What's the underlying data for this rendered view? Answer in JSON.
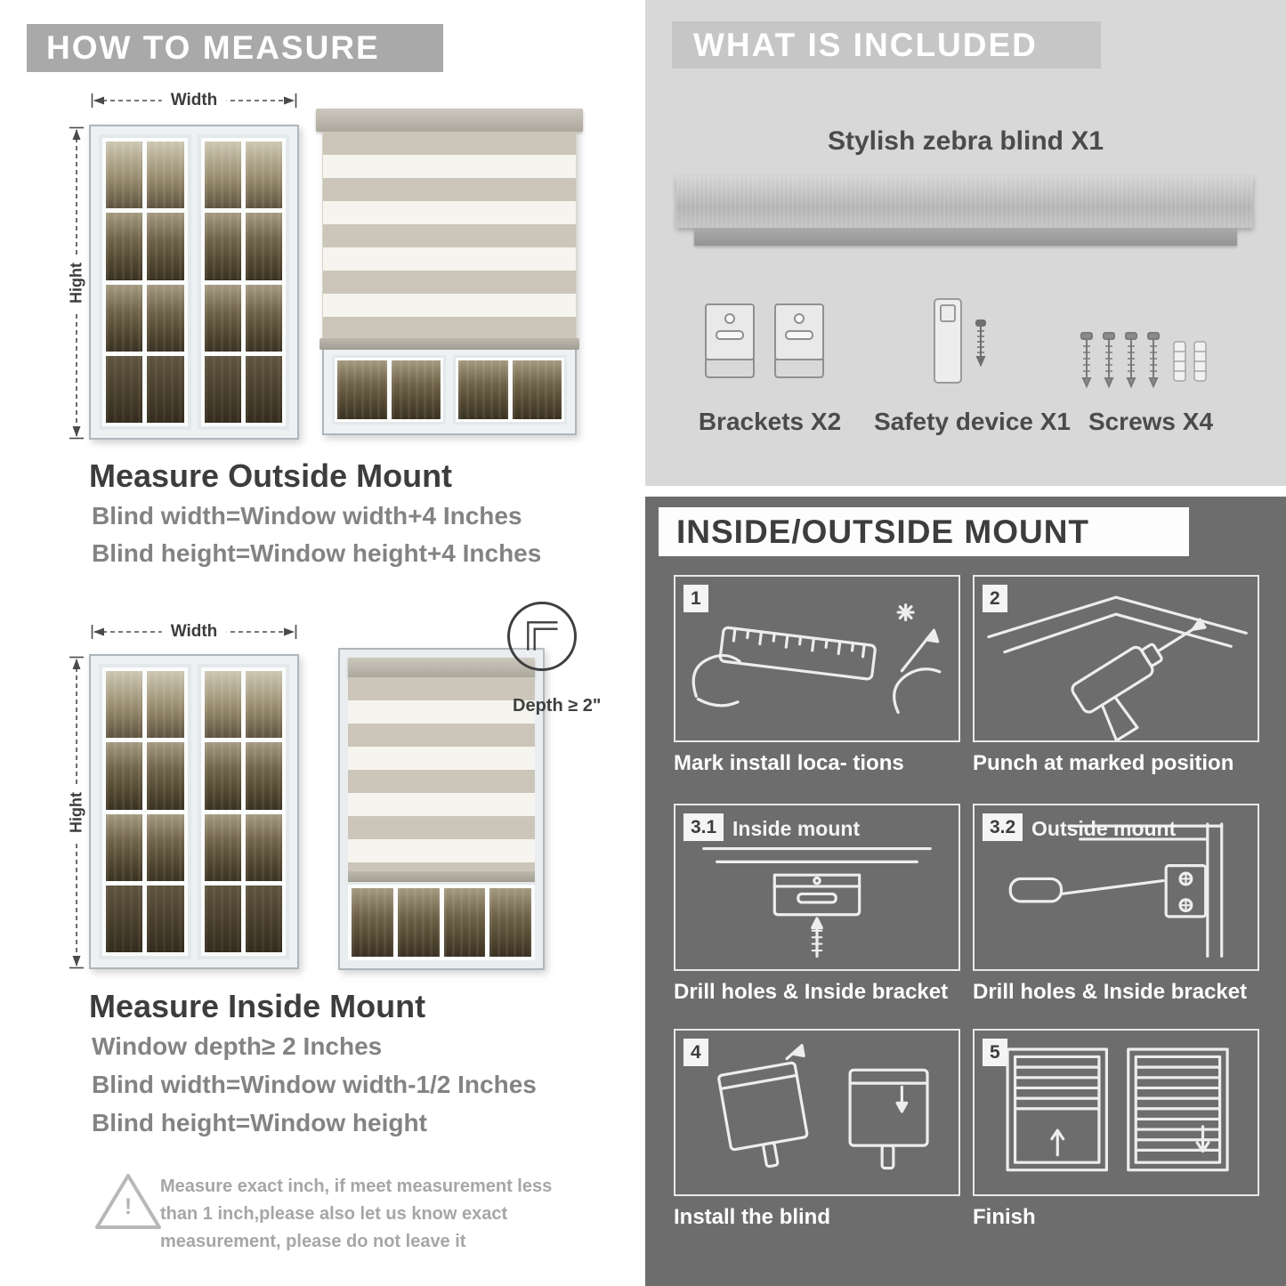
{
  "colors": {
    "left_banner_bg": "#a9a9a9",
    "included_banner_bg": "#c6c6c6",
    "included_section_bg": "#d8d8d8",
    "mount_section_bg": "#6d6d6d",
    "heading_text": "#3d3d3d",
    "body_text": "#838383",
    "blind_stripe": "#cbc6b9"
  },
  "how_to_measure": {
    "banner": "HOW TO MEASURE",
    "outside": {
      "width_label": "Width",
      "height_label": "Hight",
      "title": "Measure Outside Mount",
      "line1": "Blind width=Window width+4 Inches",
      "line2": "Blind height=Window height+4 Inches"
    },
    "inside": {
      "width_label": "Width",
      "height_label": "Hight",
      "depth_label": "Depth ≥ 2\"",
      "title": "Measure Inside Mount",
      "line1": "Window depth≥ 2 Inches",
      "line2": "Blind width=Window width-1/2 Inches",
      "line3": "Blind height=Window height"
    },
    "warning": {
      "icon": "!",
      "text": "Measure exact inch, if meet measurement less than 1 inch,please also let us know exact measurement, please do not leave it"
    }
  },
  "included": {
    "banner": "WHAT IS INCLUDED",
    "blind_label": "Stylish zebra blind X1",
    "items": [
      {
        "label": "Brackets X2"
      },
      {
        "label": "Safety device X1"
      },
      {
        "label": "Screws X4"
      }
    ]
  },
  "mount": {
    "banner": "INSIDE/OUTSIDE MOUNT",
    "steps": [
      {
        "num": "1",
        "caption": "Mark install loca- tions"
      },
      {
        "num": "2",
        "caption": "Punch at marked position"
      },
      {
        "num": "3.1",
        "inner_label": "Inside mount",
        "caption": "Drill holes & Inside bracket"
      },
      {
        "num": "3.2",
        "inner_label": "Outside mount",
        "caption": "Drill holes & Inside bracket"
      },
      {
        "num": "4",
        "caption": "Install the blind"
      },
      {
        "num": "5",
        "caption": "Finish"
      }
    ]
  }
}
